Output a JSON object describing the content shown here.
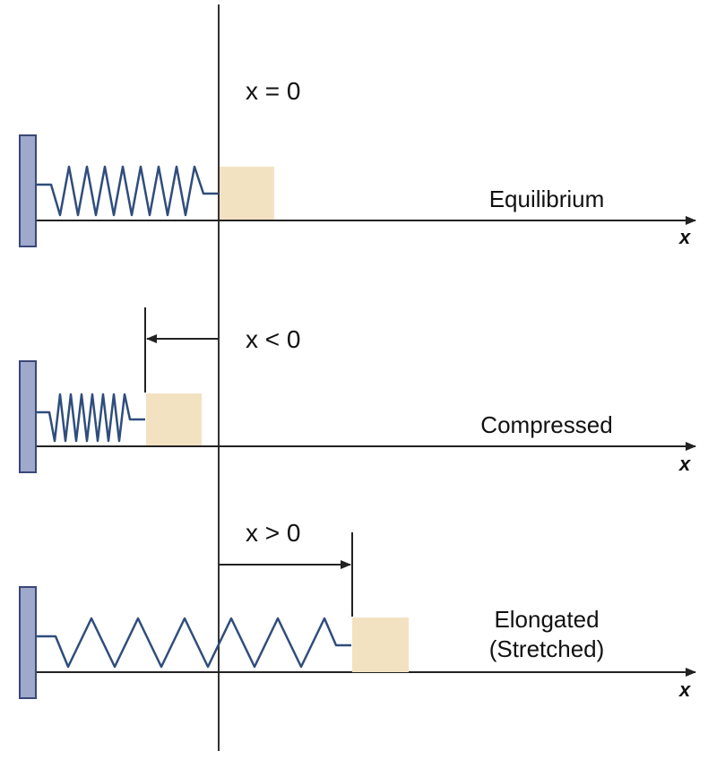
{
  "colors": {
    "wall_fill": "#9fa9cc",
    "wall_stroke": "#3a4778",
    "spring": "#2f4d7c",
    "block": "#f3e2c2",
    "line": "#222222"
  },
  "panels": [
    {
      "state_label": "Equilibrium",
      "position_label": "x = 0",
      "axis_label": "x"
    },
    {
      "state_label": "Compressed",
      "position_label": "x < 0",
      "axis_label": "x"
    },
    {
      "state_label": "Elongated",
      "state_label_line2": "(Stretched)",
      "position_label": "x > 0",
      "axis_label": "x"
    }
  ]
}
